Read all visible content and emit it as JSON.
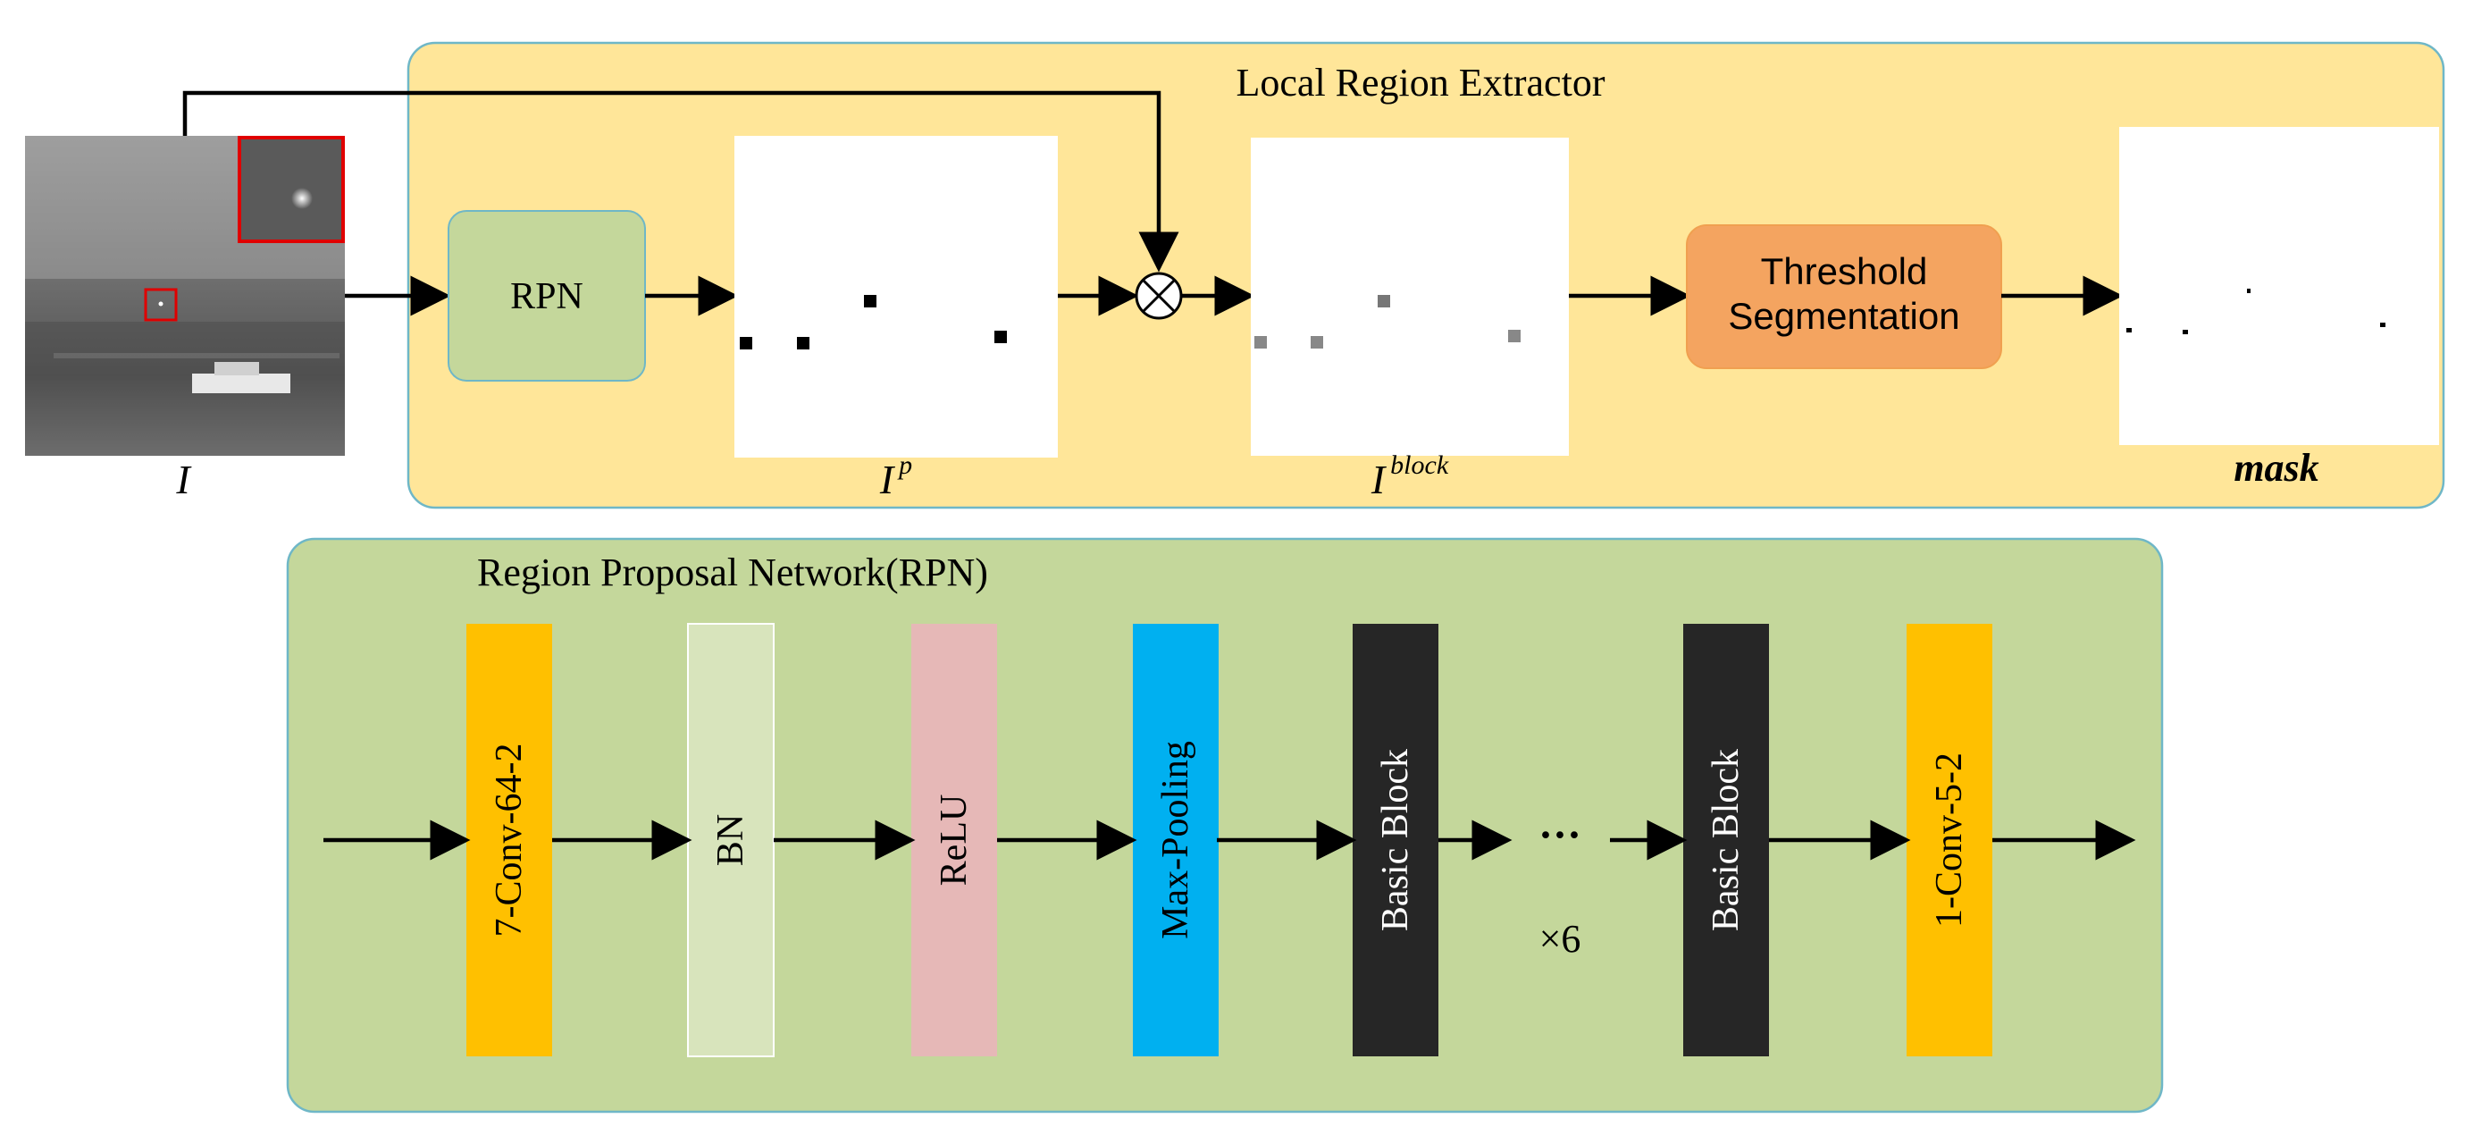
{
  "top_panel": {
    "title": "Local Region Extractor",
    "input_label": "I",
    "rpn_label": "RPN",
    "ip_label_base": "I",
    "ip_label_sup": "p",
    "iblock_label_base": "I",
    "iblock_label_sup": "block",
    "threshold_line1": "Threshold",
    "threshold_line2": "Segmentation",
    "mask_label": "mask"
  },
  "bottom_panel": {
    "title": "Region Proposal Network(RPN)",
    "layers": [
      {
        "label": "7-Conv-64-2",
        "color": "#ffc000",
        "text_color": "#000000"
      },
      {
        "label": "BN",
        "color": "#d8e4bc",
        "text_color": "#000000"
      },
      {
        "label": "ReLU",
        "color": "#e6b8b7",
        "text_color": "#000000"
      },
      {
        "label": "Max-Pooling",
        "color": "#00b0f0",
        "text_color": "#000000"
      },
      {
        "label": "Basic Block",
        "color": "#262626",
        "text_color": "#ffffff"
      },
      {
        "label": "Basic Block",
        "color": "#262626",
        "text_color": "#ffffff"
      },
      {
        "label": "1-Conv-5-2",
        "color": "#ffc000",
        "text_color": "#000000"
      }
    ],
    "ellipsis": "···",
    "repeat_label": "×6"
  },
  "colors": {
    "top_panel_fill": "#ffe699",
    "top_panel_border": "#6fb7c7",
    "bottom_panel_fill": "#c4d79b",
    "bottom_panel_border": "#6fb7c7",
    "rpn_box_fill": "#c4d79b",
    "threshold_box_fill": "#f4a460",
    "zoom_box_border": "#e00000"
  }
}
